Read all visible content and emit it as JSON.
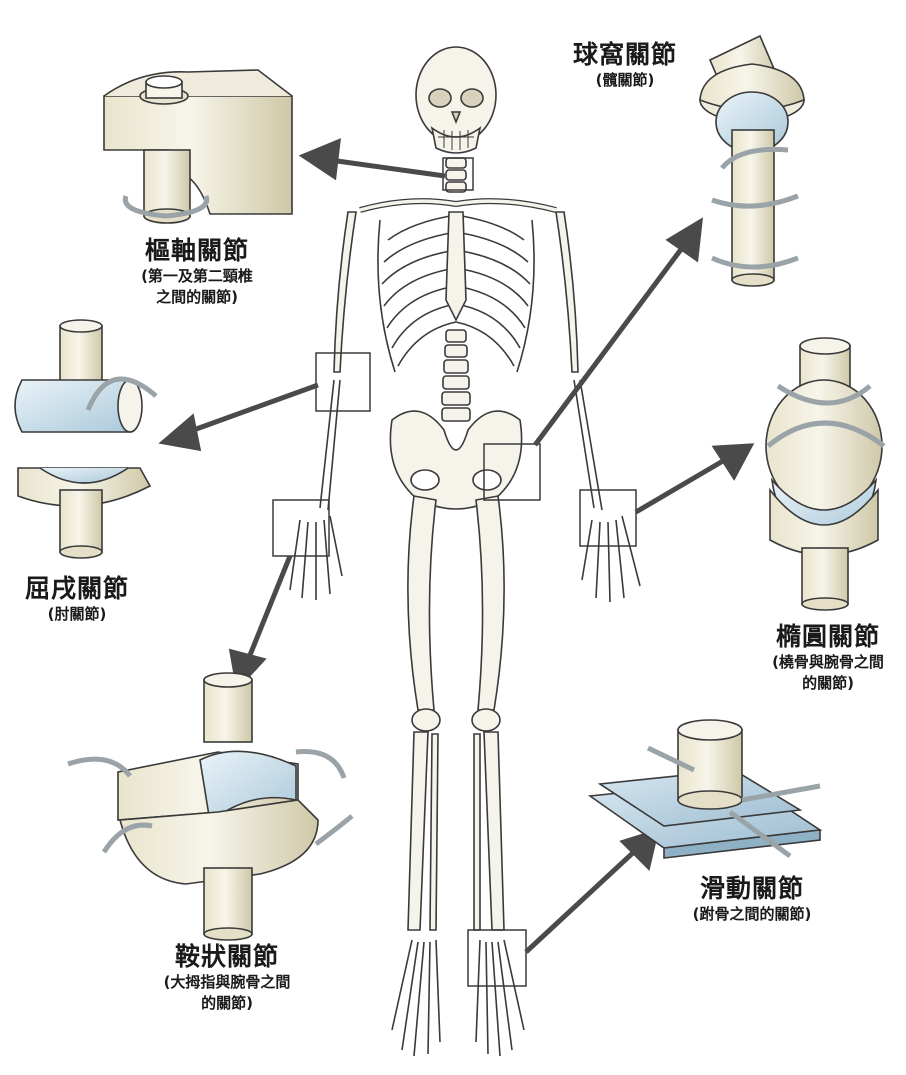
{
  "joints": [
    {
      "id": "pivot",
      "name": "樞軸關節",
      "sub_lines": [
        "(第一及第二頸椎",
        "之間的關節)"
      ]
    },
    {
      "id": "ball_socket",
      "name": "球窩關節",
      "sub_lines": [
        "(髖關節)"
      ]
    },
    {
      "id": "hinge",
      "name": "屈戌關節",
      "sub_lines": [
        "(肘關節)"
      ]
    },
    {
      "id": "condyloid",
      "name": "橢圓關節",
      "sub_lines": [
        "(橈骨與腕骨之間",
        "的關節)"
      ]
    },
    {
      "id": "saddle",
      "name": "鞍狀關節",
      "sub_lines": [
        "(大拇指與腕骨之間",
        "的關節)"
      ]
    },
    {
      "id": "gliding",
      "name": "滑動關節",
      "sub_lines": [
        "(跗骨之間的關節)"
      ]
    }
  ],
  "colors": {
    "bone_fill": "#f2efe1",
    "bone_shadow": "#d9d3b8",
    "bone_outline": "#3a3a3a",
    "cartilage": "#cfe3ee",
    "arrow": "#4a4a4a",
    "rotation_arrow": "#9aa3a8",
    "plate": "#b9d2e2",
    "text": "#1a1a1a"
  },
  "icons": [
    "skeleton",
    "pointer-arrow",
    "rotation-arrow",
    "callout-box"
  ]
}
